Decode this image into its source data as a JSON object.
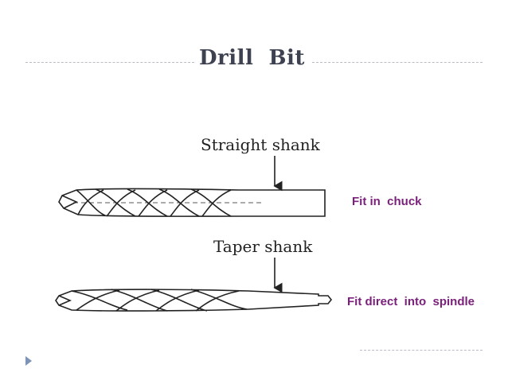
{
  "slide": {
    "title": "Drill  Bit"
  },
  "labels": {
    "straight_shank": "Straight shank",
    "taper_shank": "Taper shank"
  },
  "notes": {
    "straight": "Fit in  chuck",
    "taper": "Fit direct  into  spindle"
  },
  "colors": {
    "title": "#3d4150",
    "note": "#7a1f7a",
    "rule": "#b9bcc4",
    "bullet": "#7d94b8"
  }
}
